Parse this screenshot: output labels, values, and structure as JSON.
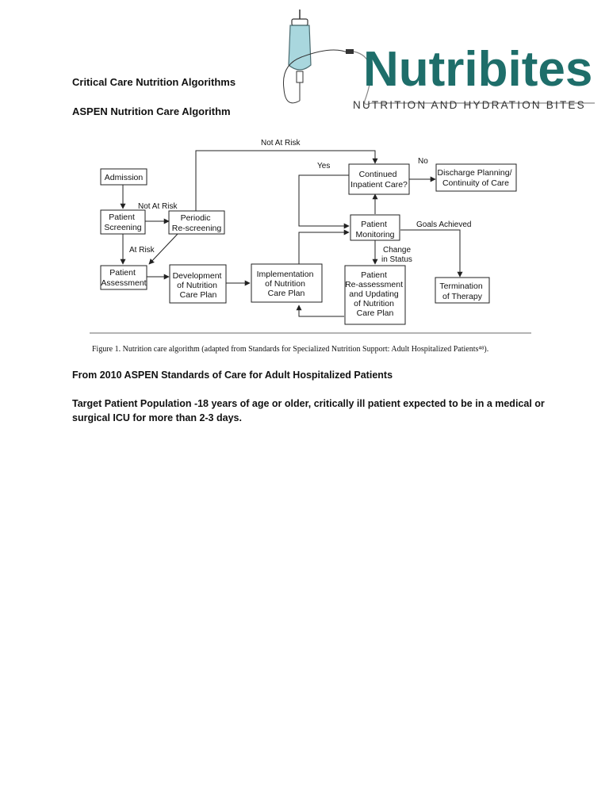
{
  "header": {
    "title": "Critical Care Nutrition Algorithms",
    "subtitle": "ASPEN Nutrition Care Algorithm"
  },
  "logo": {
    "brand": "Nutribites",
    "tagline": "NUTRITION AND HYDRATION BITES",
    "brand_color": "#1e6e6a",
    "icon": "iv-bag-icon"
  },
  "diagram": {
    "nodes": {
      "admission": [
        "Admission"
      ],
      "screening": [
        "Patient",
        "Screening"
      ],
      "rescreening": [
        "Periodic",
        "Re-screening"
      ],
      "assessment": [
        "Patient",
        "Assessment"
      ],
      "development": [
        "Development",
        "of Nutrition",
        "Care Plan"
      ],
      "implementation": [
        "Implementation",
        "of Nutrition",
        "Care Plan"
      ],
      "reassessment": [
        "Patient",
        "Re-assessment",
        "and Updating",
        "of Nutrition",
        "Care Plan"
      ],
      "monitoring": [
        "Patient",
        "Monitoring"
      ],
      "continued": [
        "Continued",
        "Inpatient Care?"
      ],
      "discharge": [
        "Discharge Planning/",
        "Continuity of Care"
      ],
      "termination": [
        "Termination",
        "of Therapy"
      ]
    },
    "edges": {
      "not_at_risk_top": "Not At Risk",
      "not_at_risk_mid": "Not At Risk",
      "at_risk": "At Risk",
      "yes": "Yes",
      "no": "No",
      "goals": "Goals Achieved",
      "change": [
        "Change",
        "in Status"
      ]
    },
    "caption": "Figure 1.  Nutrition care algorithm (adapted from Standards for Specialized Nutrition Support: Adult Hospitalized Patients⁴⁸)."
  },
  "body": {
    "standards": "From 2010 ASPEN Standards of Care for Adult Hospitalized Patients",
    "population": "Target Patient Population -18 years of age or older, critically ill patient expected to be in a medical or surgical ICU for more than 2-3 days."
  }
}
